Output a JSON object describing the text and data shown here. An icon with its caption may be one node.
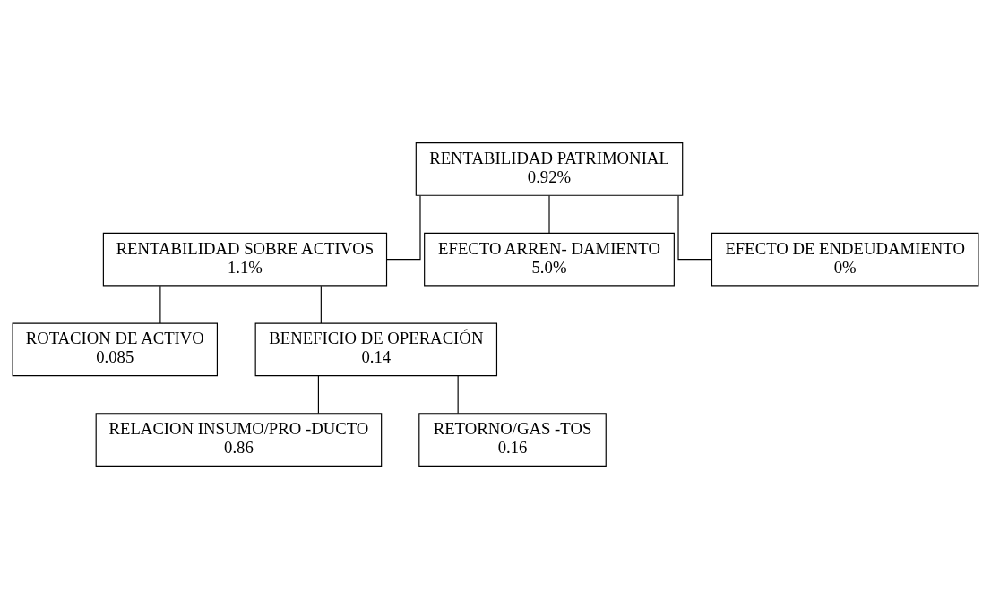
{
  "diagram": {
    "nodes": [
      {
        "text": [
          "RENTABILIDAD PATRIMONIAL",
          "0.92%"
        ]
      },
      {
        "text": [
          "RENTABILIDAD SOBRE ACTIVOS",
          "1.1%"
        ]
      },
      {
        "text": [
          "EFECTO ARREN- DAMIENTO",
          "5.0%"
        ]
      },
      {
        "text": [
          "EFECTO DE ENDEUDAMIENTO",
          "0%"
        ]
      },
      {
        "text": [
          "ROTACION DE ACTIVO",
          "0.085"
        ]
      },
      {
        "text": [
          "BENEFICIO DE OPERACIÓN",
          "0.14"
        ]
      },
      {
        "text": [
          "RELACION INSUMO/PRO -DUCTO",
          "0.86"
        ]
      },
      {
        "text": [
          "RETORNO/GAS -TOS",
          "0.16"
        ]
      }
    ],
    "edges": [
      {
        "from": 0,
        "to": 1,
        "arrow": "none"
      },
      {
        "from": 0,
        "to": 2,
        "arrow": "none"
      },
      {
        "from": 0,
        "to": 3,
        "arrow": "none"
      },
      {
        "from": 1,
        "to": 4,
        "arrow": "none"
      },
      {
        "from": 1,
        "to": 5,
        "arrow": "none"
      },
      {
        "from": 5,
        "to": 6,
        "arrow": "none"
      },
      {
        "from": 5,
        "to": 7,
        "arrow": "none"
      }
    ]
  }
}
